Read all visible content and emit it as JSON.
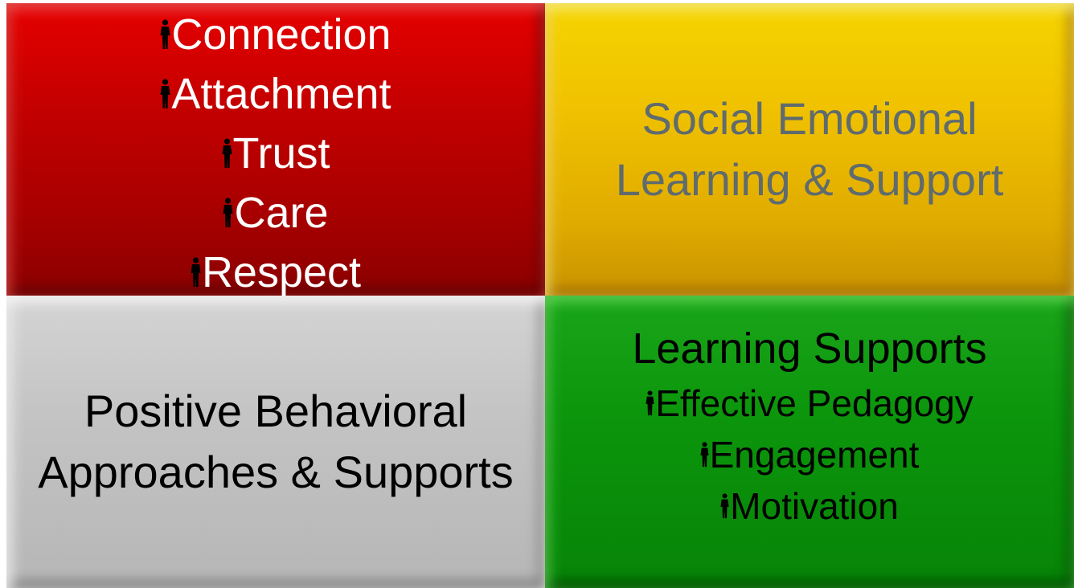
{
  "quadrants": {
    "top_left": {
      "color": "#c40000",
      "items": [
        {
          "label": "Connection",
          "icon": "person-icon"
        },
        {
          "label": "Attachment",
          "icon": "person-icon"
        },
        {
          "label": "Trust",
          "icon": "person-icon"
        },
        {
          "label": "Care",
          "icon": "person-icon"
        },
        {
          "label": "Respect",
          "icon": "person-icon"
        }
      ]
    },
    "top_right": {
      "color": "#f0c200",
      "title_lines": [
        "Social Emotional",
        "Learning & Support"
      ]
    },
    "bottom_left": {
      "color": "#c4c4c4",
      "title_lines": [
        "Positive Behavioral",
        "Approaches & Supports"
      ]
    },
    "bottom_right": {
      "color": "#0c960c",
      "title": "Learning Supports",
      "items": [
        {
          "label": "Effective Pedagogy",
          "icon": "person-icon"
        },
        {
          "label": "Engagement",
          "icon": "person-icon"
        },
        {
          "label": "Motivation",
          "icon": "person-icon"
        }
      ]
    }
  }
}
